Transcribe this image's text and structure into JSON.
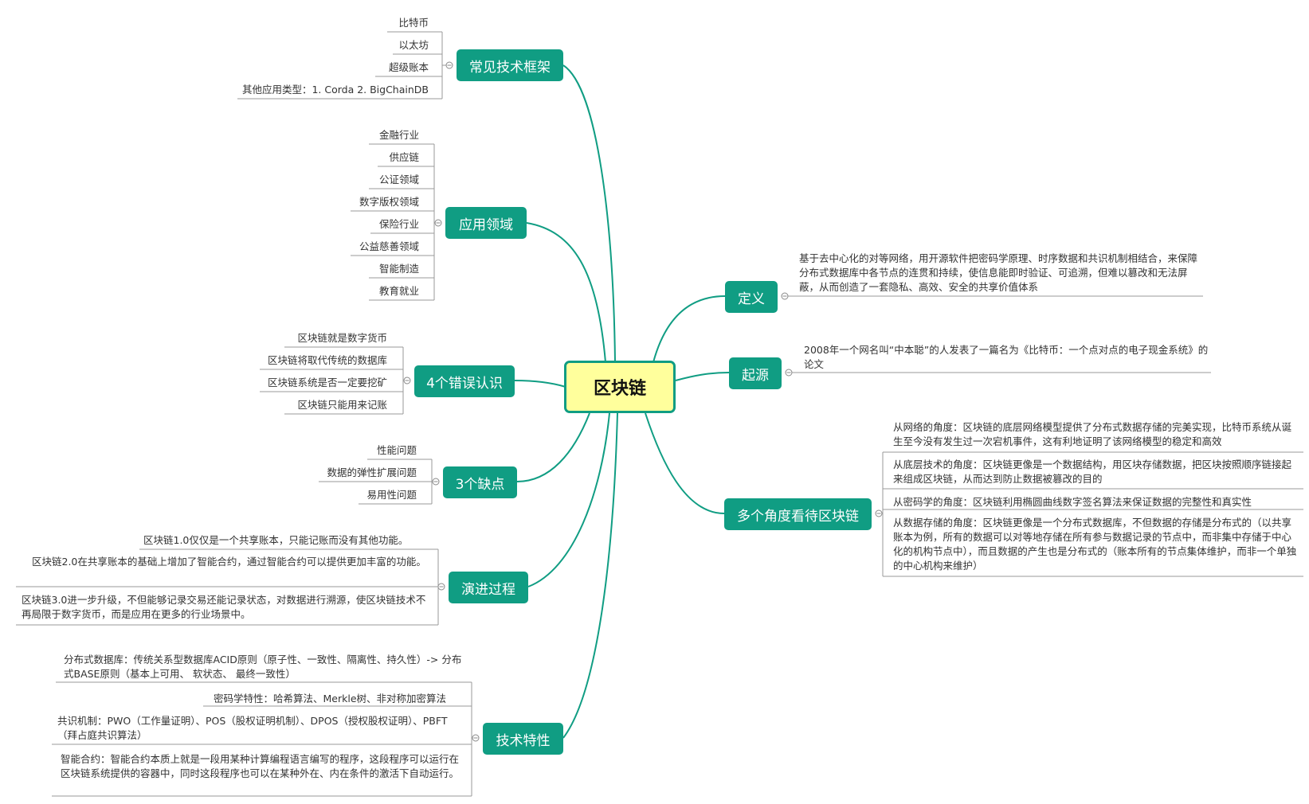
{
  "center": "区块链",
  "topics": {
    "frameworks": "常见技术框架",
    "applications": "应用领域",
    "misconceptions": "4个错误认识",
    "drawbacks": "3个缺点",
    "evolution": "演进过程",
    "features": "技术特性",
    "definition": "定义",
    "origin": "起源",
    "perspectives": "多个角度看待区块链"
  },
  "frameworks": [
    "比特币",
    "以太坊",
    "超级账本",
    "其他应用类型：1. Corda 2. BigChainDB"
  ],
  "applications": [
    "金融行业",
    "供应链",
    "公证领域",
    "数字版权领域",
    "保险行业",
    "公益慈善领域",
    "智能制造",
    "教育就业"
  ],
  "misconceptions": [
    "区块链就是数字货币",
    "区块链将取代传统的数据库",
    "区块链系统是否一定要挖矿",
    "区块链只能用来记账"
  ],
  "drawbacks": [
    "性能问题",
    "数据的弹性扩展问题",
    "易用性问题"
  ],
  "evolution": [
    "区块链1.0仅仅是一个共享账本，只能记账而没有其他功能。",
    "区块链2.0在共享账本的基础上增加了智能合约，通过智能合约可以提供更加丰富的功能。",
    "区块链3.0进一步升级，不但能够记录交易还能记录状态，对数据进行溯源，使区块链技术不再局限于数字货币，而是应用在更多的行业场景中。"
  ],
  "features": [
    "分布式数据库：传统关系型数据库ACID原则（原子性、一致性、隔离性、持久性）-> 分布式BASE原则（基本上可用、 软状态、 最终一致性）",
    "密码学特性：哈希算法、Merkle树、非对称加密算法",
    "共识机制：PWO（工作量证明）、POS（股权证明机制）、DPOS（授权股权证明）、PBFT（拜占庭共识算法）",
    "智能合约：智能合约本质上就是一段用某种计算编程语言编写的程序，这段程序可以运行在区块链系统提供的容器中，同时这段程序也可以在某种外在、内在条件的激活下自动运行。"
  ],
  "definition": "基于去中心化的对等网络，用开源软件把密码学原理、时序数据和共识机制相结合，来保障分布式数据库中各节点的连贯和持续，使信息能即时验证、可追溯，但难以篡改和无法屏蔽，从而创造了一套隐私、高效、安全的共享价值体系",
  "origin": "2008年一个网名叫“中本聪”的人发表了一篇名为《比特币：一个点对点的电子现金系统》的论文",
  "perspectives": [
    "从网络的角度：区块链的底层网络模型提供了分布式数据存储的完美实现，比特币系统从诞生至今没有发生过一次宕机事件，这有利地证明了该网络模型的稳定和高效",
    "从底层技术的角度：区块链更像是一个数据结构，用区块存储数据，把区块按照顺序链接起来组成区块链，从而达到防止数据被篡改的目的",
    "从密码学的角度：区块链利用椭圆曲线数字签名算法来保证数据的完整性和真实性",
    "从数据存储的角度：区块链更像是一个分布式数据库，不但数据的存储是分布式的（以共享账本为例，所有的数据可以对等地存储在所有参与数据记录的节点中，而非集中存储于中心化的机构节点中），而且数据的产生也是分布式的（账本所有的节点集体维护，而非一个单独的中心机构来维护）"
  ],
  "colors": {
    "line": "#109d83",
    "topic": "#109d83",
    "center_fill": "#ffff9c",
    "leaf_line": "#999999"
  }
}
